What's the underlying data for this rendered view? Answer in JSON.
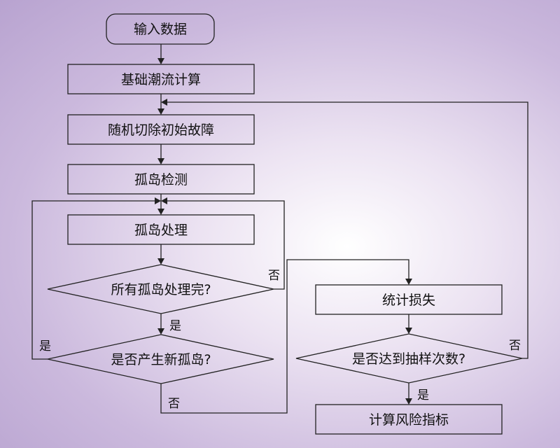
{
  "nodes": {
    "start": "输入数据",
    "base_flow": "基础潮流计算",
    "random_cut": "随机切除初始故障",
    "island_detect": "孤岛检测",
    "island_process": "孤岛处理",
    "all_done": "所有孤岛处理完?",
    "new_island": "是否产生新孤岛?",
    "loss_stats": "统计损失",
    "sample_done": "是否达到抽样次数?",
    "risk_index": "计算风险指标"
  },
  "edge_labels": {
    "all_done_no": "否",
    "all_done_yes": "是",
    "new_island_yes": "是",
    "new_island_no": "否",
    "sample_no": "否",
    "sample_yes": "是"
  }
}
